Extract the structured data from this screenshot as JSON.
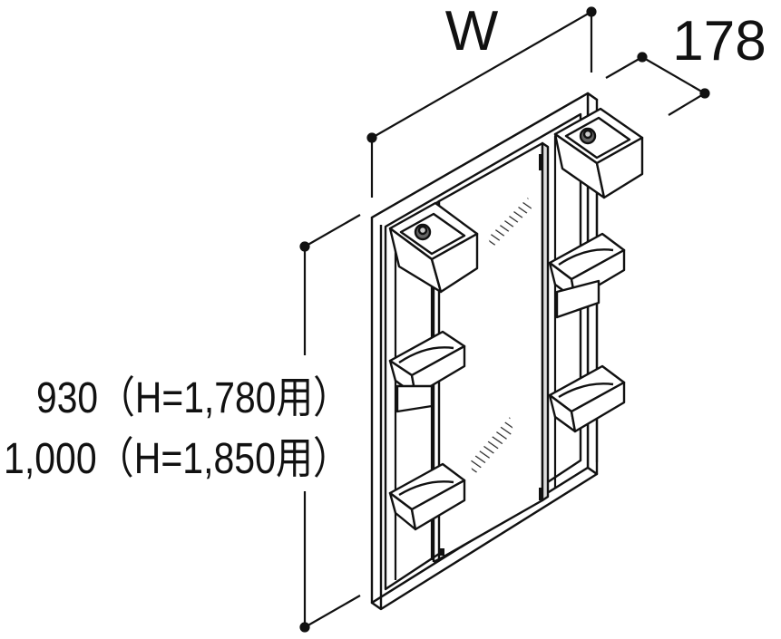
{
  "dimensions": {
    "width_label": "W",
    "depth_label": "178",
    "height_label_line1": "930（H=1,780用）",
    "height_label_line2": "1,000（H=1,850用）"
  },
  "colors": {
    "line": "#111111",
    "cabinet_fill": "#ffffff",
    "hatch": "#222222"
  }
}
